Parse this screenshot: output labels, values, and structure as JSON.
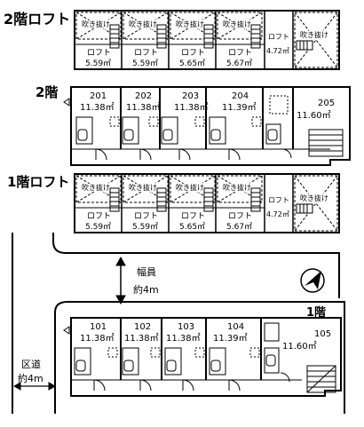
{
  "floors": {
    "f2_loft": {
      "title": "2階ロフト",
      "void_label": "吹き抜け",
      "units": [
        {
          "label": "ロフト",
          "area": "5.59㎡"
        },
        {
          "label": "ロフト",
          "area": "5.59㎡"
        },
        {
          "label": "ロフト",
          "area": "5.65㎡"
        },
        {
          "label": "ロフト",
          "area": "5.67㎡"
        }
      ],
      "end_loft": {
        "label": "ロフト",
        "area": "4.72㎡"
      }
    },
    "f2": {
      "title": "2階",
      "units": [
        {
          "number": "201",
          "area": "11.38㎡"
        },
        {
          "number": "202",
          "area": "11.38㎡"
        },
        {
          "number": "203",
          "area": "11.38㎡"
        },
        {
          "number": "204",
          "area": "11.39㎡"
        },
        {
          "number": "205",
          "area": "11.60㎡"
        }
      ]
    },
    "f1_loft": {
      "title": "1階ロフト",
      "void_label": "吹き抜け",
      "units": [
        {
          "label": "ロフト",
          "area": "5.59㎡"
        },
        {
          "label": "ロフト",
          "area": "5.59㎡"
        },
        {
          "label": "ロフト",
          "area": "5.65㎡"
        },
        {
          "label": "ロフト",
          "area": "5.67㎡"
        }
      ],
      "end_loft": {
        "label": "ロフト",
        "area": "4.72㎡"
      }
    },
    "f1": {
      "title": "1階",
      "units": [
        {
          "number": "101",
          "area": "11.38㎡"
        },
        {
          "number": "102",
          "area": "11.38㎡"
        },
        {
          "number": "103",
          "area": "11.38㎡"
        },
        {
          "number": "104",
          "area": "11.39㎡"
        },
        {
          "number": "105",
          "area": "11.60㎡"
        }
      ]
    }
  },
  "site": {
    "road_width_label": "幅員",
    "road_width_value": "約4m",
    "ward_road_label": "区道",
    "ward_road_value": "約4m",
    "north_icon": "north-arrow-icon"
  }
}
